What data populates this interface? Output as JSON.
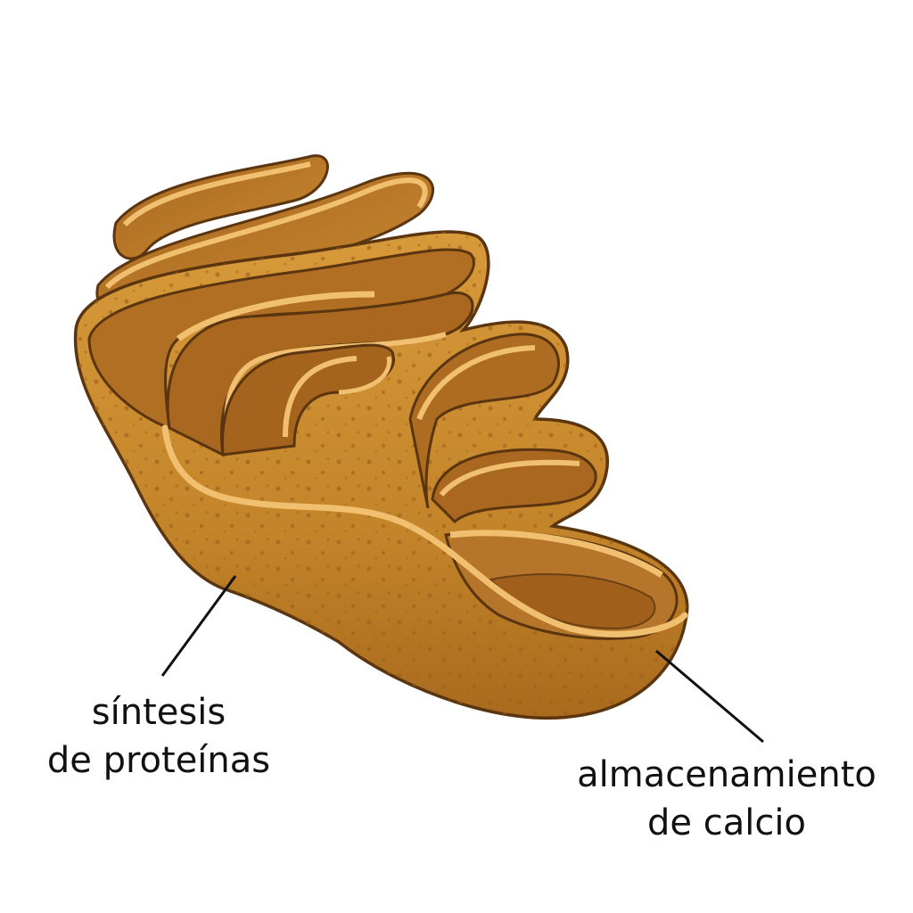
{
  "labels": {
    "protein_synthesis": {
      "line1": "síntesis",
      "line2": "de proteínas"
    },
    "calcium_storage": {
      "line1": "almacenamiento",
      "line2": "de calcio"
    }
  },
  "colors": {
    "membrane_outer": "#c98a2c",
    "membrane_shadow": "#8a5516",
    "rim_highlight": "#f0c070",
    "outline": "#5a3510",
    "lumen": "#b57424",
    "pore_dots": "#9a5e1c",
    "leader_line": "#111111"
  }
}
